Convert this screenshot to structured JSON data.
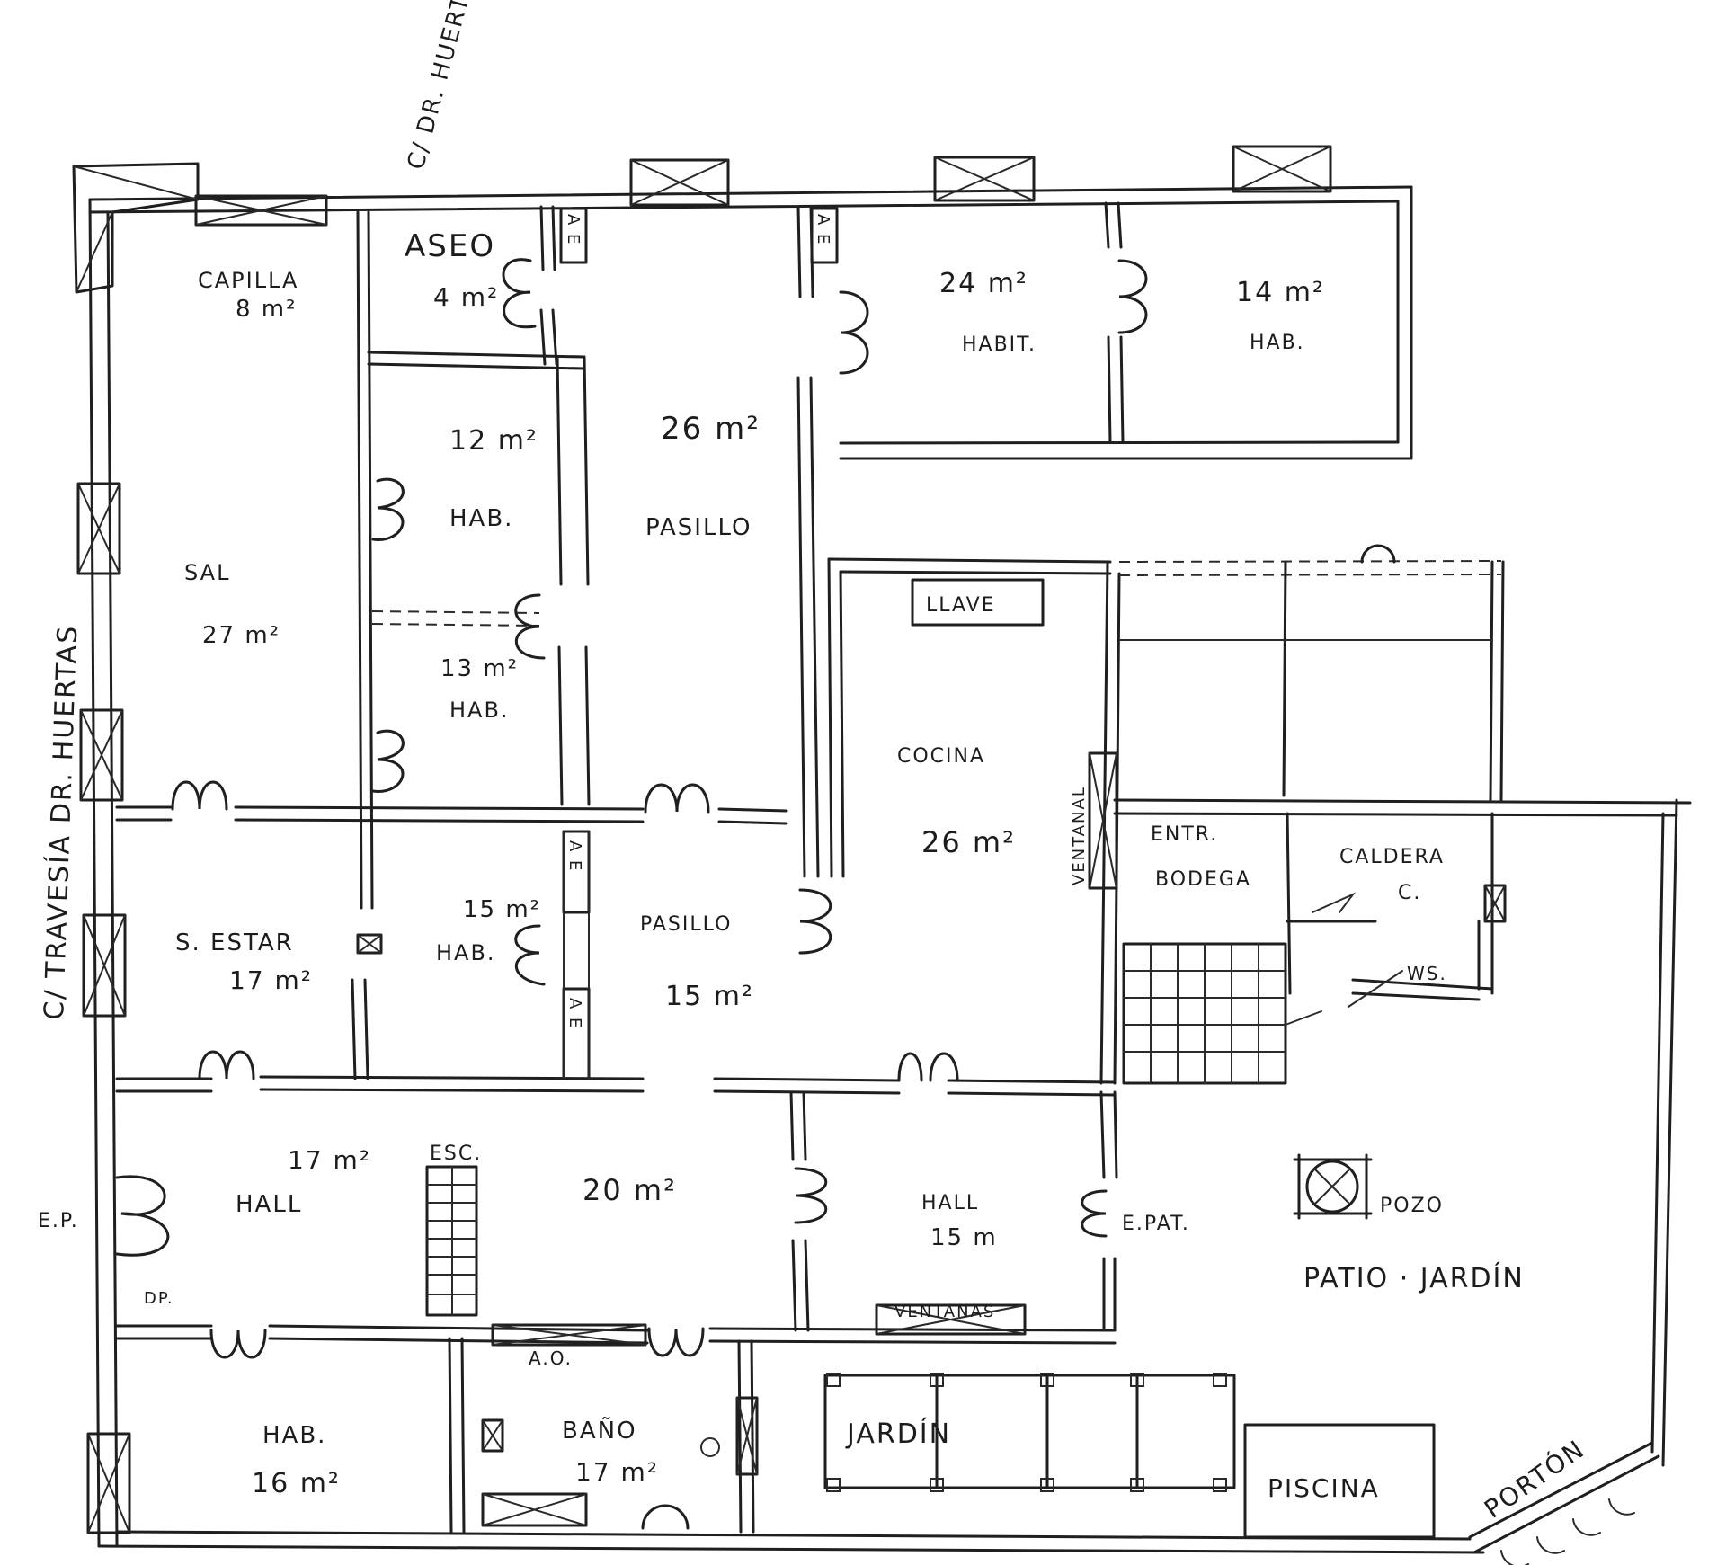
{
  "streets": {
    "top": "C/ DR. HUERTAS",
    "left": "C/ TRAVESÍA DR. HUERTAS"
  },
  "rooms": {
    "capilla": {
      "name": "CAPILLA",
      "area": "8 m²"
    },
    "aseo": {
      "name": "ASEO",
      "area": "4 m²"
    },
    "habit24": {
      "area": "24 m²",
      "name": "HABIT."
    },
    "hab14": {
      "area": "14 m²",
      "name": "HAB."
    },
    "hab12": {
      "area": "12 m²",
      "name": "HAB."
    },
    "pasillo26": {
      "area": "26 m²",
      "name": "PASILLO"
    },
    "sal": {
      "name": "SAL",
      "area": "27 m²"
    },
    "hab13": {
      "area": "13 m²",
      "name": "HAB."
    },
    "cocina": {
      "name": "COCINA",
      "area": "26 m²"
    },
    "llave": {
      "name": "LLAVE"
    },
    "entrbodega": {
      "name1": "ENTR.",
      "name2": "BODEGA"
    },
    "caldera": {
      "name": "CALDERA",
      "sub": "C."
    },
    "ws": {
      "name": "WS."
    },
    "sestar": {
      "name": "S. ESTAR",
      "area": "17 m²"
    },
    "hab15": {
      "area": "15 m²",
      "name": "HAB."
    },
    "pasillo15": {
      "name": "PASILLO",
      "area": "15 m²"
    },
    "hall17": {
      "area": "17 m²",
      "name": "HALL"
    },
    "hall20": {
      "area": "20 m²"
    },
    "hall15": {
      "name": "HALL",
      "area": "15 m"
    },
    "hab16": {
      "name": "HAB.",
      "area": "16 m²"
    },
    "bano": {
      "name": "BAÑO",
      "area": "17 m²"
    }
  },
  "labels": {
    "esc": "ESC.",
    "ep": "E.P.",
    "epat": "E.PAT.",
    "ventanas": "VENTANAS",
    "ventanal": "VENTANAL",
    "ae": "A E",
    "ao": "A.O.",
    "jardin": "JARDÍN",
    "piscina": "PISCINA",
    "porton": "PORTÓN",
    "pozo": "POZO",
    "patio": "PATIO · JARDÍN",
    "dp": "DP."
  }
}
